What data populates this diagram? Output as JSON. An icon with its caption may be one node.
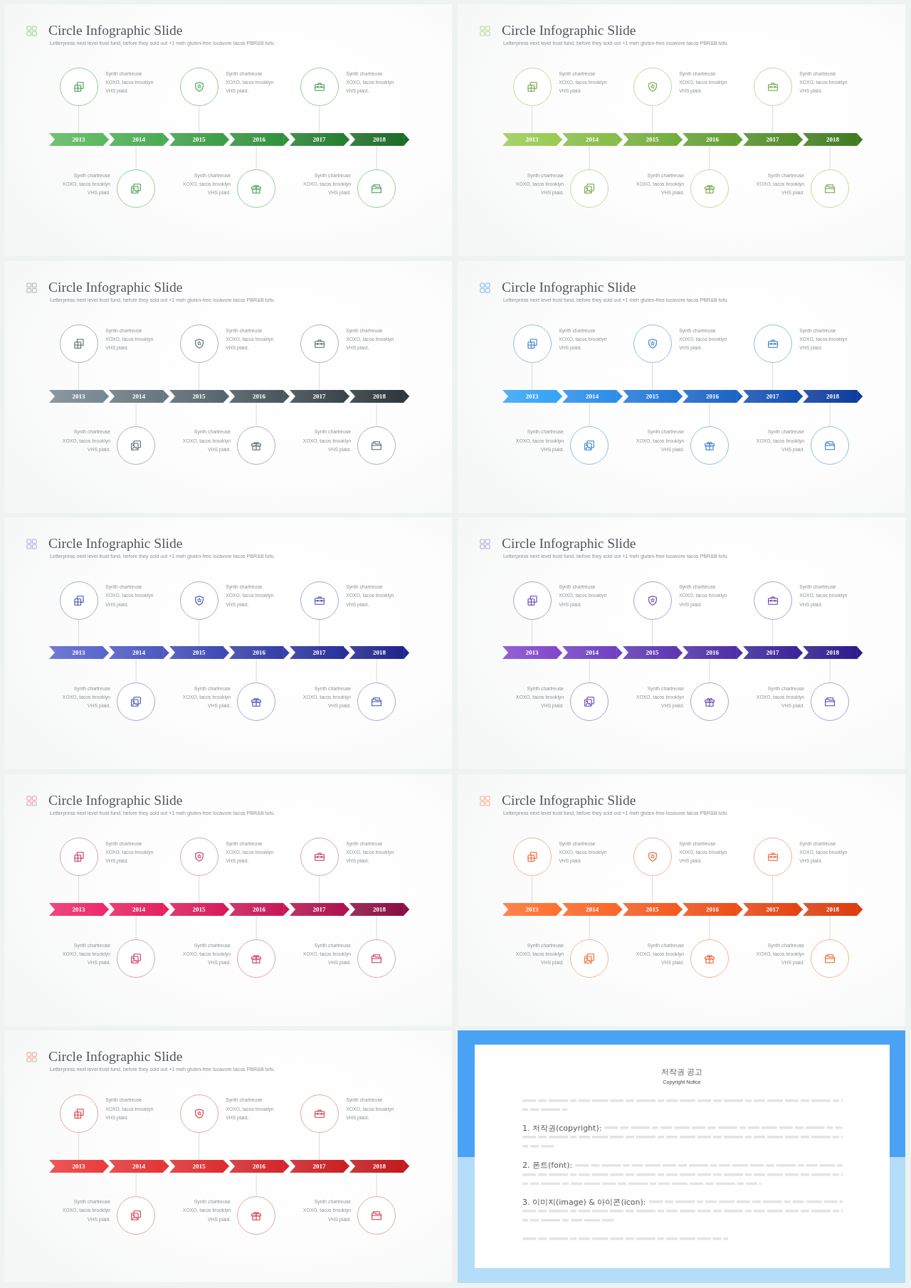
{
  "diagram": {
    "nodes": [
      {
        "text": [
          "Circle Infographic Slide",
          "Letterpress next level trust fund, before they sold out +1 meh gluten-free locavore tacos PBR&B tofu."
        ]
      },
      {
        "text": [],
        "shape": "circle",
        "in": 0,
        "beside": [
          "Synth chartreuse XOXO, tacos brooklyn VHS plaid."
        ]
      },
      {
        "text": [],
        "shape": "circle",
        "in": 0,
        "beside": [
          "Synth chartreuse XOXO, tacos brooklyn VHS plaid."
        ]
      },
      {
        "text": [],
        "shape": "circle",
        "in": 0,
        "beside": [
          "Synth chartreuse XOXO, tacos brooklyn VHS plaid."
        ]
      },
      {
        "text": [
          "2013"
        ],
        "in": 0
      },
      {
        "text": [
          "2014"
        ],
        "in": 0
      },
      {
        "text": [
          "2015"
        ],
        "in": 0
      },
      {
        "text": [
          "2016"
        ],
        "in": 0
      },
      {
        "text": [
          "2017"
        ],
        "in": 0
      },
      {
        "text": [
          "2018"
        ],
        "in": 0
      },
      {
        "text": [],
        "shape": "circle",
        "in": 0,
        "beside": [
          "Synth chartreuse XOXO, tacos brooklyn VHS plaid."
        ]
      },
      {
        "text": [],
        "shape": "circle",
        "in": 0,
        "beside": [
          "Synth chartreuse XOXO, tacos brooklyn VHS plaid."
        ]
      },
      {
        "text": [],
        "shape": "circle",
        "in": 0,
        "beside": [
          "Synth chartreuse XOXO, tacos brooklyn VHS plaid."
        ]
      },
      {
        "text": [
          "Circle Infographic Slide",
          "Letterpress next level trust fund, before they sold out +1 meh gluten-free locavore tacos PBR&B tofu."
        ]
      },
      {
        "text": [],
        "shape": "circle",
        "in": 13,
        "beside": [
          "Synth chartreuse XOXO, tacos brooklyn VHS plaid."
        ]
      },
      {
        "text": [],
        "shape": "circle",
        "in": 13,
        "beside": [
          "Synth chartreuse XOXO, tacos brooklyn VHS plaid."
        ]
      },
      {
        "text": [],
        "shape": "circle",
        "in": 13,
        "beside": [
          "Synth chartreuse XOXO, tacos brooklyn VHS plaid."
        ]
      },
      {
        "text": [
          "2013"
        ],
        "in": 13
      },
      {
        "text": [
          "2014"
        ],
        "in": 13
      },
      {
        "text": [
          "2015"
        ],
        "in": 13
      },
      {
        "text": [
          "2016"
        ],
        "in": 13
      },
      {
        "text": [
          "2017"
        ],
        "in": 13
      },
      {
        "text": [
          "2018"
        ],
        "in": 13
      },
      {
        "text": [],
        "shape": "circle",
        "in": 13,
        "beside": [
          "Synth chartreuse XOXO, tacos brooklyn VHS plaid."
        ]
      },
      {
        "text": [],
        "shape": "circle",
        "in": 13,
        "beside": [
          "Synth chartreuse XOXO, tacos brooklyn VHS plaid."
        ]
      },
      {
        "text": [],
        "shape": "circle",
        "in": 13,
        "beside": [
          "Synth chartreuse XOXO, tacos brooklyn VHS plaid."
        ]
      },
      {
        "text": [
          "Circle Infographic Slide",
          "Letterpress next level trust fund, before they sold out +1 meh gluten-free locavore tacos PBR&B tofu."
        ]
      },
      {
        "text": [],
        "shape": "circle",
        "in": 26,
        "beside": [
          "Synth chartreuse XOXO, tacos brooklyn VHS plaid."
        ]
      },
      {
        "text": [],
        "shape": "circle",
        "in": 26,
        "beside": [
          "Synth chartreuse XOXO, tacos brooklyn VHS plaid."
        ]
      },
      {
        "text": [],
        "shape": "circle",
        "in": 26,
        "beside": [
          "Synth chartreuse XOXO, tacos brooklyn VHS plaid."
        ]
      },
      {
        "text": [
          "2013"
        ],
        "in": 26
      },
      {
        "text": [
          "2014"
        ],
        "in": 26
      },
      {
        "text": [
          "2015"
        ],
        "in": 26
      },
      {
        "text": [
          "2016"
        ],
        "in": 26
      },
      {
        "text": [
          "2017"
        ],
        "in": 26
      },
      {
        "text": [
          "2018"
        ],
        "in": 26
      },
      {
        "text": [],
        "shape": "circle",
        "in": 26,
        "beside": [
          "Synth chartreuse XOXO, tacos brooklyn VHS plaid."
        ]
      },
      {
        "text": [],
        "shape": "circle",
        "in": 26,
        "beside": [
          "Synth chartreuse XOXO, tacos brooklyn VHS plaid."
        ]
      },
      {
        "text": [],
        "shape": "circle",
        "in": 26,
        "beside": [
          "Synth chartreuse XOXO, tacos brooklyn VHS plaid."
        ]
      },
      {
        "text": [
          "Circle Infographic Slide",
          "Letterpress next level trust fund, before they sold out +1 meh gluten-free locavore tacos PBR&B tofu."
        ]
      },
      {
        "text": [],
        "shape": "circle",
        "in": 39,
        "beside": [
          "Synth chartreuse XOXO, tacos brooklyn VHS plaid."
        ]
      },
      {
        "text": [],
        "shape": "circle",
        "in": 39,
        "beside": [
          "Synth chartreuse XOXO, tacos brooklyn VHS plaid."
        ]
      },
      {
        "text": [],
        "shape": "circle",
        "in": 39,
        "beside": [
          "Synth chartreuse XOXO, tacos brooklyn VHS plaid."
        ]
      },
      {
        "text": [
          "2013"
        ],
        "in": 39
      },
      {
        "text": [
          "2014"
        ],
        "in": 39
      },
      {
        "text": [
          "2015"
        ],
        "in": 39
      },
      {
        "text": [
          "2016"
        ],
        "in": 39
      },
      {
        "text": [
          "2017"
        ],
        "in": 39
      },
      {
        "text": [
          "2018"
        ],
        "in": 39
      },
      {
        "text": [],
        "shape": "circle",
        "in": 39,
        "beside": [
          "Synth chartreuse XOXO, tacos brooklyn VHS plaid."
        ]
      },
      {
        "text": [],
        "shape": "circle",
        "in": 39,
        "beside": [
          "Synth chartreuse XOXO, tacos brooklyn VHS plaid."
        ]
      },
      {
        "text": [],
        "shape": "circle",
        "in": 39,
        "beside": [
          "Synth chartreuse XOXO, tacos brooklyn VHS plaid."
        ]
      },
      {
        "text": [
          "Circle Infographic Slide",
          "Letterpress next level trust fund, before they sold out +1 meh gluten-free locavore tacos PBR&B tofu."
        ]
      },
      {
        "text": [],
        "shape": "circle",
        "in": 52,
        "beside": [
          "Synth chartreuse XOXO, tacos brooklyn VHS plaid."
        ]
      },
      {
        "text": [],
        "shape": "circle",
        "in": 52,
        "beside": [
          "Synth chartreuse XOXO, tacos brooklyn VHS plaid."
        ]
      },
      {
        "text": [],
        "shape": "circle",
        "in": 52,
        "beside": [
          "Synth chartreuse XOXO, tacos brooklyn VHS plaid."
        ]
      },
      {
        "text": [
          "2013"
        ],
        "in": 52
      },
      {
        "text": [
          "2014"
        ],
        "in": 52
      },
      {
        "text": [
          "2015"
        ],
        "in": 52
      },
      {
        "text": [
          "2016"
        ],
        "in": 52
      },
      {
        "text": [
          "2017"
        ],
        "in": 52
      },
      {
        "text": [
          "2018"
        ],
        "in": 52
      },
      {
        "text": [],
        "shape": "circle",
        "in": 52,
        "beside": [
          "Synth chartreuse XOXO, tacos brooklyn VHS plaid."
        ]
      },
      {
        "text": [],
        "shape": "circle",
        "in": 52,
        "beside": [
          "Synth chartreuse XOXO, tacos brooklyn VHS plaid."
        ]
      },
      {
        "text": [],
        "shape": "circle",
        "in": 52,
        "beside": [
          "Synth chartreuse XOXO, tacos brooklyn VHS plaid."
        ]
      },
      {
        "text": [
          "Circle Infographic Slide",
          "Letterpress next level trust fund, before they sold out +1 meh gluten-free locavore tacos PBR&B tofu."
        ]
      },
      {
        "text": [],
        "shape": "circle",
        "in": 65,
        "beside": [
          "Synth chartreuse XOXO, tacos brooklyn VHS plaid."
        ]
      },
      {
        "text": [],
        "shape": "circle",
        "in": 65,
        "beside": [
          "Synth chartreuse XOXO, tacos brooklyn VHS plaid."
        ]
      },
      {
        "text": [],
        "shape": "circle",
        "in": 65,
        "beside": [
          "Synth chartreuse XOXO, tacos brooklyn VHS plaid."
        ]
      },
      {
        "text": [
          "2013"
        ],
        "in": 65
      },
      {
        "text": [
          "2014"
        ],
        "in": 65
      },
      {
        "text": [
          "2015"
        ],
        "in": 65
      },
      {
        "text": [
          "2016"
        ],
        "in": 65
      },
      {
        "text": [
          "2017"
        ],
        "in": 65
      },
      {
        "text": [
          "2018"
        ],
        "in": 65
      },
      {
        "text": [],
        "shape": "circle",
        "in": 65,
        "beside": [
          "Synth chartreuse XOXO, tacos brooklyn VHS plaid."
        ]
      },
      {
        "text": [],
        "shape": "circle",
        "in": 65,
        "beside": [
          "Synth chartreuse XOXO, tacos brooklyn VHS plaid."
        ]
      },
      {
        "text": [],
        "shape": "circle",
        "in": 65,
        "beside": [
          "Synth chartreuse XOXO, tacos brooklyn VHS plaid."
        ]
      },
      {
        "text": [
          "Circle Infographic Slide",
          "Letterpress next level trust fund, before they sold out +1 meh gluten-free locavore tacos PBR&B tofu."
        ]
      },
      {
        "text": [],
        "shape": "circle",
        "in": 78,
        "beside": [
          "Synth chartreuse XOXO, tacos brooklyn VHS plaid."
        ]
      },
      {
        "text": [],
        "shape": "circle",
        "in": 78,
        "beside": [
          "Synth chartreuse XOXO, tacos brooklyn VHS plaid."
        ]
      },
      {
        "text": [],
        "shape": "circle",
        "in": 78,
        "beside": [
          "Synth chartreuse XOXO, tacos brooklyn VHS plaid."
        ]
      },
      {
        "text": [
          "2013"
        ],
        "in": 78
      },
      {
        "text": [
          "2014"
        ],
        "in": 78
      },
      {
        "text": [
          "2015"
        ],
        "in": 78
      },
      {
        "text": [
          "2016"
        ],
        "in": 78
      },
      {
        "text": [
          "2017"
        ],
        "in": 78
      },
      {
        "text": [
          "2018"
        ],
        "in": 78
      },
      {
        "text": [],
        "shape": "circle",
        "in": 78,
        "beside": [
          "Synth chartreuse XOXO, tacos brooklyn VHS plaid."
        ]
      },
      {
        "text": [],
        "shape": "circle",
        "in": 78,
        "beside": [
          "Synth chartreuse XOXO, tacos brooklyn VHS plaid."
        ]
      },
      {
        "text": [],
        "shape": "circle",
        "in": 78,
        "beside": [
          "Synth chartreuse XOXO, tacos brooklyn VHS plaid."
        ]
      },
      {
        "text": [
          "Circle Infographic Slide",
          "Letterpress next level trust fund, before they sold out +1 meh gluten-free locavore tacos PBR&B tofu."
        ]
      },
      {
        "text": [],
        "shape": "circle",
        "in": 91,
        "beside": [
          "Synth chartreuse XOXO, tacos brooklyn VHS plaid."
        ]
      },
      {
        "text": [],
        "shape": "circle",
        "in": 91,
        "beside": [
          "Synth chartreuse XOXO, tacos brooklyn VHS plaid."
        ]
      },
      {
        "text": [],
        "shape": "circle",
        "in": 91,
        "beside": [
          "Synth chartreuse XOXO, tacos brooklyn VHS plaid."
        ]
      },
      {
        "text": [
          "2013"
        ],
        "in": 91
      },
      {
        "text": [
          "2014"
        ],
        "in": 91
      },
      {
        "text": [
          "2015"
        ],
        "in": 91
      },
      {
        "text": [
          "2016"
        ],
        "in": 91
      },
      {
        "text": [
          "2017"
        ],
        "in": 91
      },
      {
        "text": [
          "2018"
        ],
        "in": 91
      },
      {
        "text": [],
        "shape": "circle",
        "in": 91,
        "beside": [
          "Synth chartreuse XOXO, tacos brooklyn VHS plaid."
        ]
      },
      {
        "text": [],
        "shape": "circle",
        "in": 91,
        "beside": [
          "Synth chartreuse XOXO, tacos brooklyn VHS plaid."
        ]
      },
      {
        "text": [],
        "shape": "circle",
        "in": 91,
        "beside": [
          "Synth chartreuse XOXO, tacos brooklyn VHS plaid."
        ]
      },
      {
        "text": [
          "Circle Infographic Slide",
          "Letterpress next level trust fund, before they sold out +1 meh gluten-free locavore tacos PBR&B tofu."
        ]
      },
      {
        "text": [],
        "shape": "circle",
        "in": 104,
        "beside": [
          "Synth chartreuse XOXO, tacos brooklyn VHS plaid."
        ]
      },
      {
        "text": [],
        "shape": "circle",
        "in": 104,
        "beside": [
          "Synth chartreuse XOXO, tacos brooklyn VHS plaid."
        ]
      },
      {
        "text": [],
        "shape": "circle",
        "in": 104,
        "beside": [
          "Synth chartreuse XOXO, tacos brooklyn VHS plaid."
        ]
      },
      {
        "text": [
          "2013"
        ],
        "in": 104
      },
      {
        "text": [
          "2014"
        ],
        "in": 104
      },
      {
        "text": [
          "2015"
        ],
        "in": 104
      },
      {
        "text": [
          "2016"
        ],
        "in": 104
      },
      {
        "text": [
          "2017"
        ],
        "in": 104
      },
      {
        "text": [
          "2018"
        ],
        "in": 104
      },
      {
        "text": [],
        "shape": "circle",
        "in": 104,
        "beside": [
          "Synth chartreuse XOXO, tacos brooklyn VHS plaid."
        ]
      },
      {
        "text": [],
        "shape": "circle",
        "in": 104,
        "beside": [
          "Synth chartreuse XOXO, tacos brooklyn VHS plaid."
        ]
      },
      {
        "text": [],
        "shape": "circle",
        "in": 104,
        "beside": [
          "Synth chartreuse XOXO, tacos brooklyn VHS plaid."
        ]
      },
      {
        "text": [
          "저작권 공고",
          "Copyright Notice"
        ]
      }
    ],
    "edges": [
      {
        "from": 1,
        "to": 4,
        "arrow": "none"
      },
      {
        "from": 2,
        "to": 6,
        "arrow": "none"
      },
      {
        "from": 3,
        "to": 8,
        "arrow": "none"
      },
      {
        "from": 10,
        "to": 5,
        "arrow": "none"
      },
      {
        "from": 11,
        "to": 7,
        "arrow": "none"
      },
      {
        "from": 12,
        "to": 9,
        "arrow": "none"
      },
      {
        "from": 4,
        "to": 5,
        "arrow": "to",
        "color": "#5cb85f"
      },
      {
        "from": 5,
        "to": 6,
        "arrow": "to",
        "color": "#4aab52"
      },
      {
        "from": 6,
        "to": 7,
        "arrow": "to",
        "color": "#3d9e47"
      },
      {
        "from": 7,
        "to": 8,
        "arrow": "to",
        "color": "#30903c"
      },
      {
        "from": 8,
        "to": 9,
        "arrow": "to",
        "color": "#257f31"
      },
      {
        "from": 9,
        "to": null,
        "arrow": "to",
        "color": "#1c6b27"
      },
      {
        "from": 14,
        "to": 17,
        "arrow": "none"
      },
      {
        "from": 15,
        "to": 19,
        "arrow": "none"
      },
      {
        "from": 16,
        "to": 21,
        "arrow": "none"
      },
      {
        "from": 23,
        "to": 18,
        "arrow": "none"
      },
      {
        "from": 24,
        "to": 20,
        "arrow": "none"
      },
      {
        "from": 25,
        "to": 22,
        "arrow": "none"
      },
      {
        "from": 17,
        "to": 18,
        "arrow": "to",
        "color": "#99cb53"
      },
      {
        "from": 18,
        "to": 19,
        "arrow": "to",
        "color": "#86bd47"
      },
      {
        "from": 19,
        "to": 20,
        "arrow": "to",
        "color": "#73ae3c"
      },
      {
        "from": 20,
        "to": 21,
        "arrow": "to",
        "color": "#629f32"
      },
      {
        "from": 21,
        "to": 22,
        "arrow": "to",
        "color": "#518d29"
      },
      {
        "from": 22,
        "to": null,
        "arrow": "to",
        "color": "#3f7b20"
      },
      {
        "from": 27,
        "to": 30,
        "arrow": "none"
      },
      {
        "from": 28,
        "to": 32,
        "arrow": "none"
      },
      {
        "from": 29,
        "to": 34,
        "arrow": "none"
      },
      {
        "from": 36,
        "to": 31,
        "arrow": "none"
      },
      {
        "from": 37,
        "to": 33,
        "arrow": "none"
      },
      {
        "from": 38,
        "to": 35,
        "arrow": "none"
      },
      {
        "from": 30,
        "to": 31,
        "arrow": "to",
        "color": "#778893"
      },
      {
        "from": 31,
        "to": 32,
        "arrow": "to",
        "color": "#67777f"
      },
      {
        "from": 32,
        "to": 33,
        "arrow": "to",
        "color": "#57666e"
      },
      {
        "from": 33,
        "to": 34,
        "arrow": "to",
        "color": "#48565d"
      },
      {
        "from": 34,
        "to": 35,
        "arrow": "to",
        "color": "#3a464c"
      },
      {
        "from": 35,
        "to": null,
        "arrow": "to",
        "color": "#2c363b"
      },
      {
        "from": 40,
        "to": 43,
        "arrow": "none"
      },
      {
        "from": 41,
        "to": 45,
        "arrow": "none"
      },
      {
        "from": 42,
        "to": 47,
        "arrow": "none"
      },
      {
        "from": 49,
        "to": 44,
        "arrow": "none"
      },
      {
        "from": 50,
        "to": 46,
        "arrow": "none"
      },
      {
        "from": 51,
        "to": 48,
        "arrow": "none"
      },
      {
        "from": 43,
        "to": 44,
        "arrow": "to",
        "color": "#36a3f5"
      },
      {
        "from": 44,
        "to": 45,
        "arrow": "to",
        "color": "#2b8de8"
      },
      {
        "from": 45,
        "to": 46,
        "arrow": "to",
        "color": "#2277d8"
      },
      {
        "from": 46,
        "to": 47,
        "arrow": "to",
        "color": "#1b63c5"
      },
      {
        "from": 47,
        "to": 48,
        "arrow": "to",
        "color": "#134fb1"
      },
      {
        "from": 48,
        "to": null,
        "arrow": "to",
        "color": "#0c3c9c"
      },
      {
        "from": 53,
        "to": 56,
        "arrow": "none"
      },
      {
        "from": 54,
        "to": 58,
        "arrow": "none"
      },
      {
        "from": 55,
        "to": 60,
        "arrow": "none"
      },
      {
        "from": 62,
        "to": 57,
        "arrow": "none"
      },
      {
        "from": 63,
        "to": 59,
        "arrow": "none"
      },
      {
        "from": 64,
        "to": 61,
        "arrow": "none"
      },
      {
        "from": 56,
        "to": 57,
        "arrow": "to",
        "color": "#5a66cc"
      },
      {
        "from": 57,
        "to": 58,
        "arrow": "to",
        "color": "#4c58c0"
      },
      {
        "from": 58,
        "to": 59,
        "arrow": "to",
        "color": "#3f4ab3"
      },
      {
        "from": 59,
        "to": 60,
        "arrow": "to",
        "color": "#343ea6"
      },
      {
        "from": 60,
        "to": 61,
        "arrow": "to",
        "color": "#29309a"
      },
      {
        "from": 61,
        "to": null,
        "arrow": "to",
        "color": "#1f248d"
      },
      {
        "from": 66,
        "to": 69,
        "arrow": "none"
      },
      {
        "from": 67,
        "to": 71,
        "arrow": "none"
      },
      {
        "from": 68,
        "to": 73,
        "arrow": "none"
      },
      {
        "from": 75,
        "to": 70,
        "arrow": "none"
      },
      {
        "from": 76,
        "to": 72,
        "arrow": "none"
      },
      {
        "from": 77,
        "to": 74,
        "arrow": "none"
      },
      {
        "from": 69,
        "to": 70,
        "arrow": "to",
        "color": "#8249cc"
      },
      {
        "from": 70,
        "to": 71,
        "arrow": "to",
        "color": "#7040c0"
      },
      {
        "from": 71,
        "to": 72,
        "arrow": "to",
        "color": "#5e37b3"
      },
      {
        "from": 72,
        "to": 73,
        "arrow": "to",
        "color": "#4c2fa6"
      },
      {
        "from": 73,
        "to": 74,
        "arrow": "to",
        "color": "#3b2598"
      },
      {
        "from": 74,
        "to": null,
        "arrow": "to",
        "color": "#2c1b8b"
      },
      {
        "from": 79,
        "to": 82,
        "arrow": "none"
      },
      {
        "from": 80,
        "to": 84,
        "arrow": "none"
      },
      {
        "from": 81,
        "to": 86,
        "arrow": "none"
      },
      {
        "from": 88,
        "to": 83,
        "arrow": "none"
      },
      {
        "from": 89,
        "to": 85,
        "arrow": "none"
      },
      {
        "from": 90,
        "to": 87,
        "arrow": "none"
      },
      {
        "from": 82,
        "to": 83,
        "arrow": "to",
        "color": "#ee2a6a"
      },
      {
        "from": 83,
        "to": 84,
        "arrow": "to",
        "color": "#e6215f"
      },
      {
        "from": 84,
        "to": 85,
        "arrow": "to",
        "color": "#d91b5a"
      },
      {
        "from": 85,
        "to": 86,
        "arrow": "to",
        "color": "#c81656"
      },
      {
        "from": 86,
        "to": 87,
        "arrow": "to",
        "color": "#b0124e"
      },
      {
        "from": 87,
        "to": null,
        "arrow": "to",
        "color": "#8a0e43"
      },
      {
        "from": 92,
        "to": 95,
        "arrow": "none"
      },
      {
        "from": 93,
        "to": 97,
        "arrow": "none"
      },
      {
        "from": 94,
        "to": 99,
        "arrow": "none"
      },
      {
        "from": 101,
        "to": 96,
        "arrow": "none"
      },
      {
        "from": 102,
        "to": 98,
        "arrow": "none"
      },
      {
        "from": 103,
        "to": 100,
        "arrow": "none"
      },
      {
        "from": 95,
        "to": 96,
        "arrow": "to",
        "color": "#ff7131"
      },
      {
        "from": 96,
        "to": 97,
        "arrow": "to",
        "color": "#fb6528"
      },
      {
        "from": 97,
        "to": 98,
        "arrow": "to",
        "color": "#f55a20"
      },
      {
        "from": 98,
        "to": 99,
        "arrow": "to",
        "color": "#ee4e18"
      },
      {
        "from": 99,
        "to": 100,
        "arrow": "to",
        "color": "#e54412"
      },
      {
        "from": 100,
        "to": null,
        "arrow": "to",
        "color": "#dc3b0e"
      },
      {
        "from": 105,
        "to": 108,
        "arrow": "none"
      },
      {
        "from": 106,
        "to": 110,
        "arrow": "none"
      },
      {
        "from": 107,
        "to": 112,
        "arrow": "none"
      },
      {
        "from": 114,
        "to": 109,
        "arrow": "none"
      },
      {
        "from": 115,
        "to": 111,
        "arrow": "none"
      },
      {
        "from": 116,
        "to": 113,
        "arrow": "none"
      },
      {
        "from": 108,
        "to": 109,
        "arrow": "to",
        "color": "#ea3d3d"
      },
      {
        "from": 109,
        "to": 110,
        "arrow": "to",
        "color": "#e33536"
      },
      {
        "from": 110,
        "to": 111,
        "arrow": "to",
        "color": "#dc2e30"
      },
      {
        "from": 111,
        "to": 112,
        "arrow": "to",
        "color": "#d4262a"
      },
      {
        "from": 112,
        "to": 113,
        "arrow": "to",
        "color": "#cb2023"
      },
      {
        "from": 113,
        "to": null,
        "arrow": "to",
        "color": "#c2191c"
      }
    ],
    "labels": [
      "1. 저작권(copyright):",
      "2. 폰트(font):",
      "3. 이미지(image) & 아이콘(icon):"
    ]
  }
}
